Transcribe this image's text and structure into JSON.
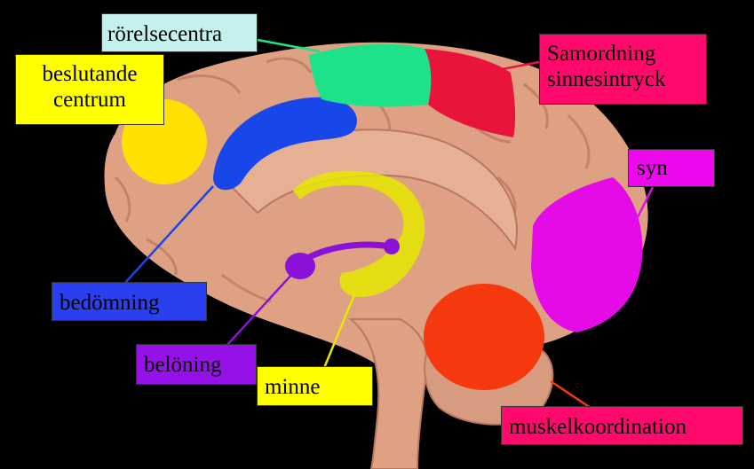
{
  "colors": {
    "background": "#000000",
    "brain": "#dea183",
    "brain_shadow": "#b9775b",
    "motor": "#1de28a",
    "sensory": "#e8143c",
    "vision": "#e40be6",
    "judgement": "#1846e8",
    "decision": "#ffe000",
    "reward": "#8a12d8",
    "memory": "#e6e800",
    "coordination": "#f5380e"
  },
  "labels": {
    "motor": {
      "text": "rörelsecentra",
      "bg": "#c4f0ee"
    },
    "decision": {
      "lines": [
        "beslutande",
        "centrum"
      ],
      "bg": "#ffff00"
    },
    "sensory": {
      "lines": [
        "Samordning",
        "sinnesintryck"
      ],
      "bg": "#ff0a6c"
    },
    "vision": {
      "text": "syn",
      "bg": "#ee08ee"
    },
    "judgement": {
      "text": "bedömning",
      "bg": "#2a40f0"
    },
    "reward": {
      "text": "belöning",
      "bg": "#9610e8"
    },
    "memory": {
      "text": "minne",
      "bg": "#ffff00"
    },
    "coordination": {
      "text": "muskelkoordination",
      "bg": "#ff0a6c"
    }
  }
}
